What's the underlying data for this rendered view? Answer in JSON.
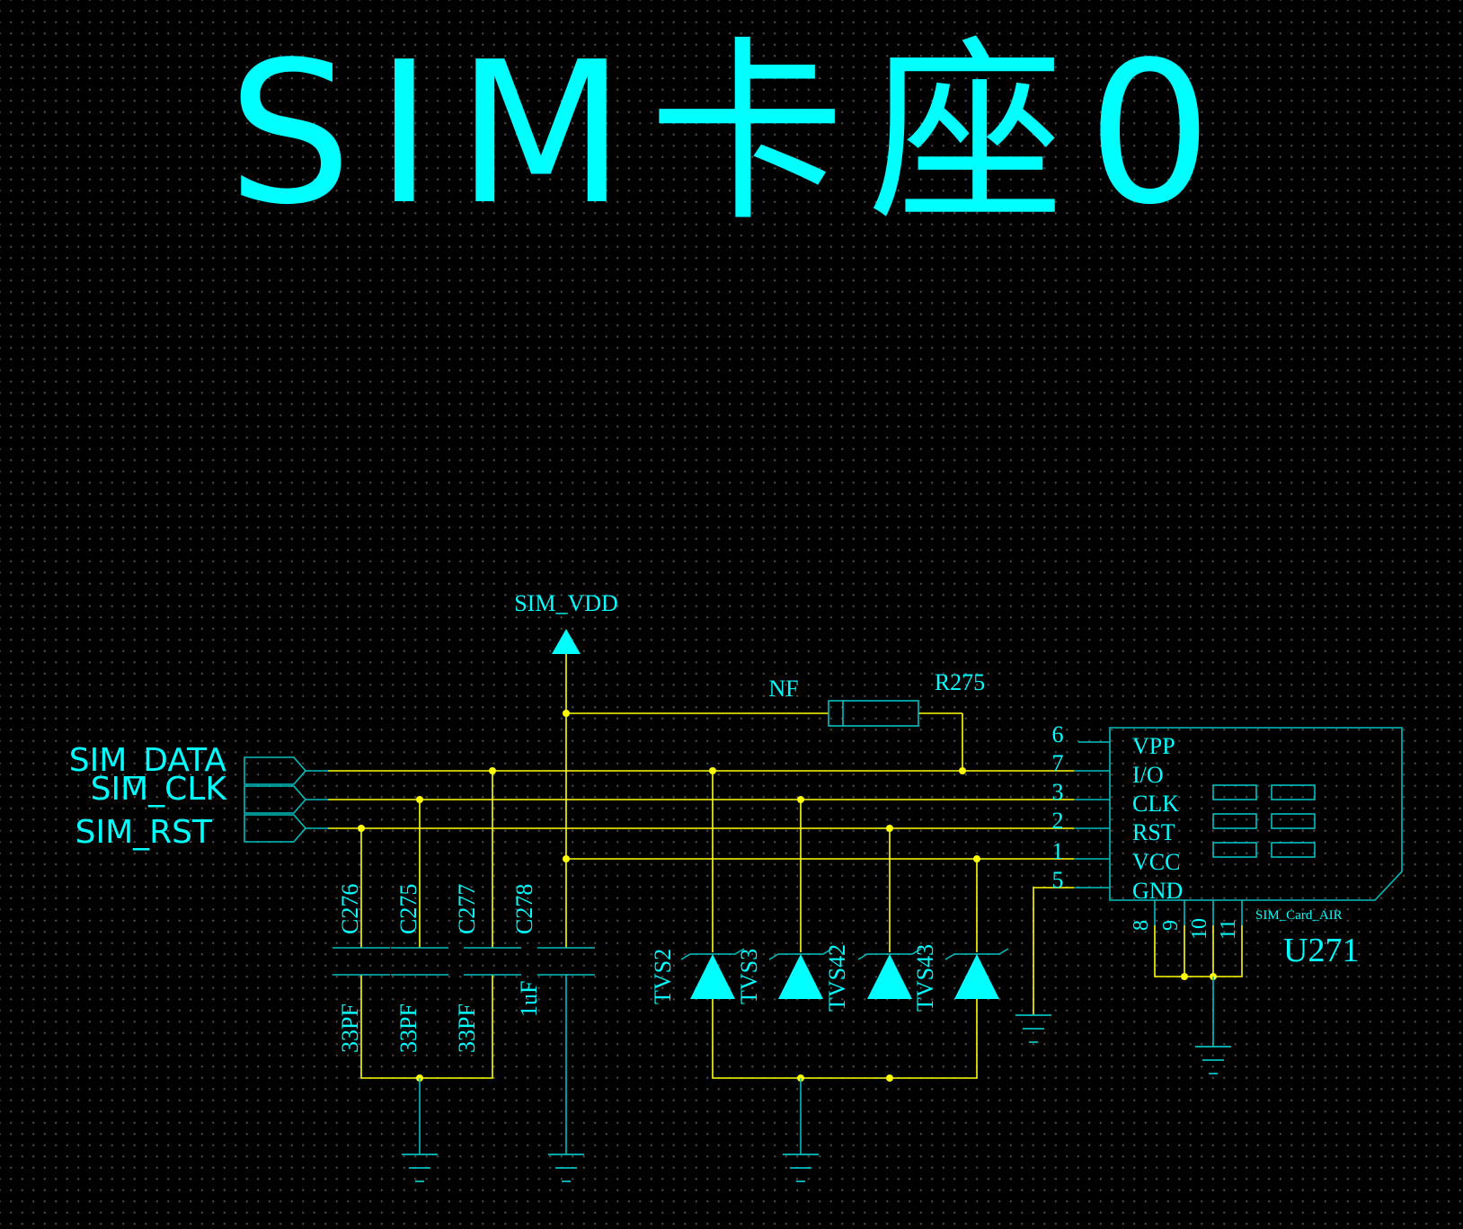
{
  "title": "SIM卡座0",
  "colors": {
    "background": "#000000",
    "title_text": "#00FFFF",
    "net_wire": "#FFFF00",
    "component": "#00C0C0",
    "grid_dot": "#4a4a4a"
  },
  "power_port": "SIM_VDD",
  "ports": {
    "data": "SIM_DATA",
    "clk": "SIM_CLK",
    "rst": "SIM_RST"
  },
  "resistor": {
    "ref": "R275",
    "value": "NF"
  },
  "capacitors": [
    {
      "ref": "C276",
      "value": "33PF"
    },
    {
      "ref": "C275",
      "value": "33PF"
    },
    {
      "ref": "C277",
      "value": "33PF"
    },
    {
      "ref": "C278",
      "value": "1uF"
    }
  ],
  "tvs": [
    "TVS2",
    "TVS3",
    "TVS42",
    "TVS43"
  ],
  "connector": {
    "ref": "U271",
    "part": "SIM_Card_AIR",
    "pins": [
      {
        "num": "6",
        "name": "VPP"
      },
      {
        "num": "7",
        "name": "I/O"
      },
      {
        "num": "3",
        "name": "CLK"
      },
      {
        "num": "2",
        "name": "RST"
      },
      {
        "num": "1",
        "name": "VCC"
      },
      {
        "num": "5",
        "name": "GND"
      }
    ],
    "bottom_pins": [
      "8",
      "9",
      "10",
      "11"
    ]
  }
}
